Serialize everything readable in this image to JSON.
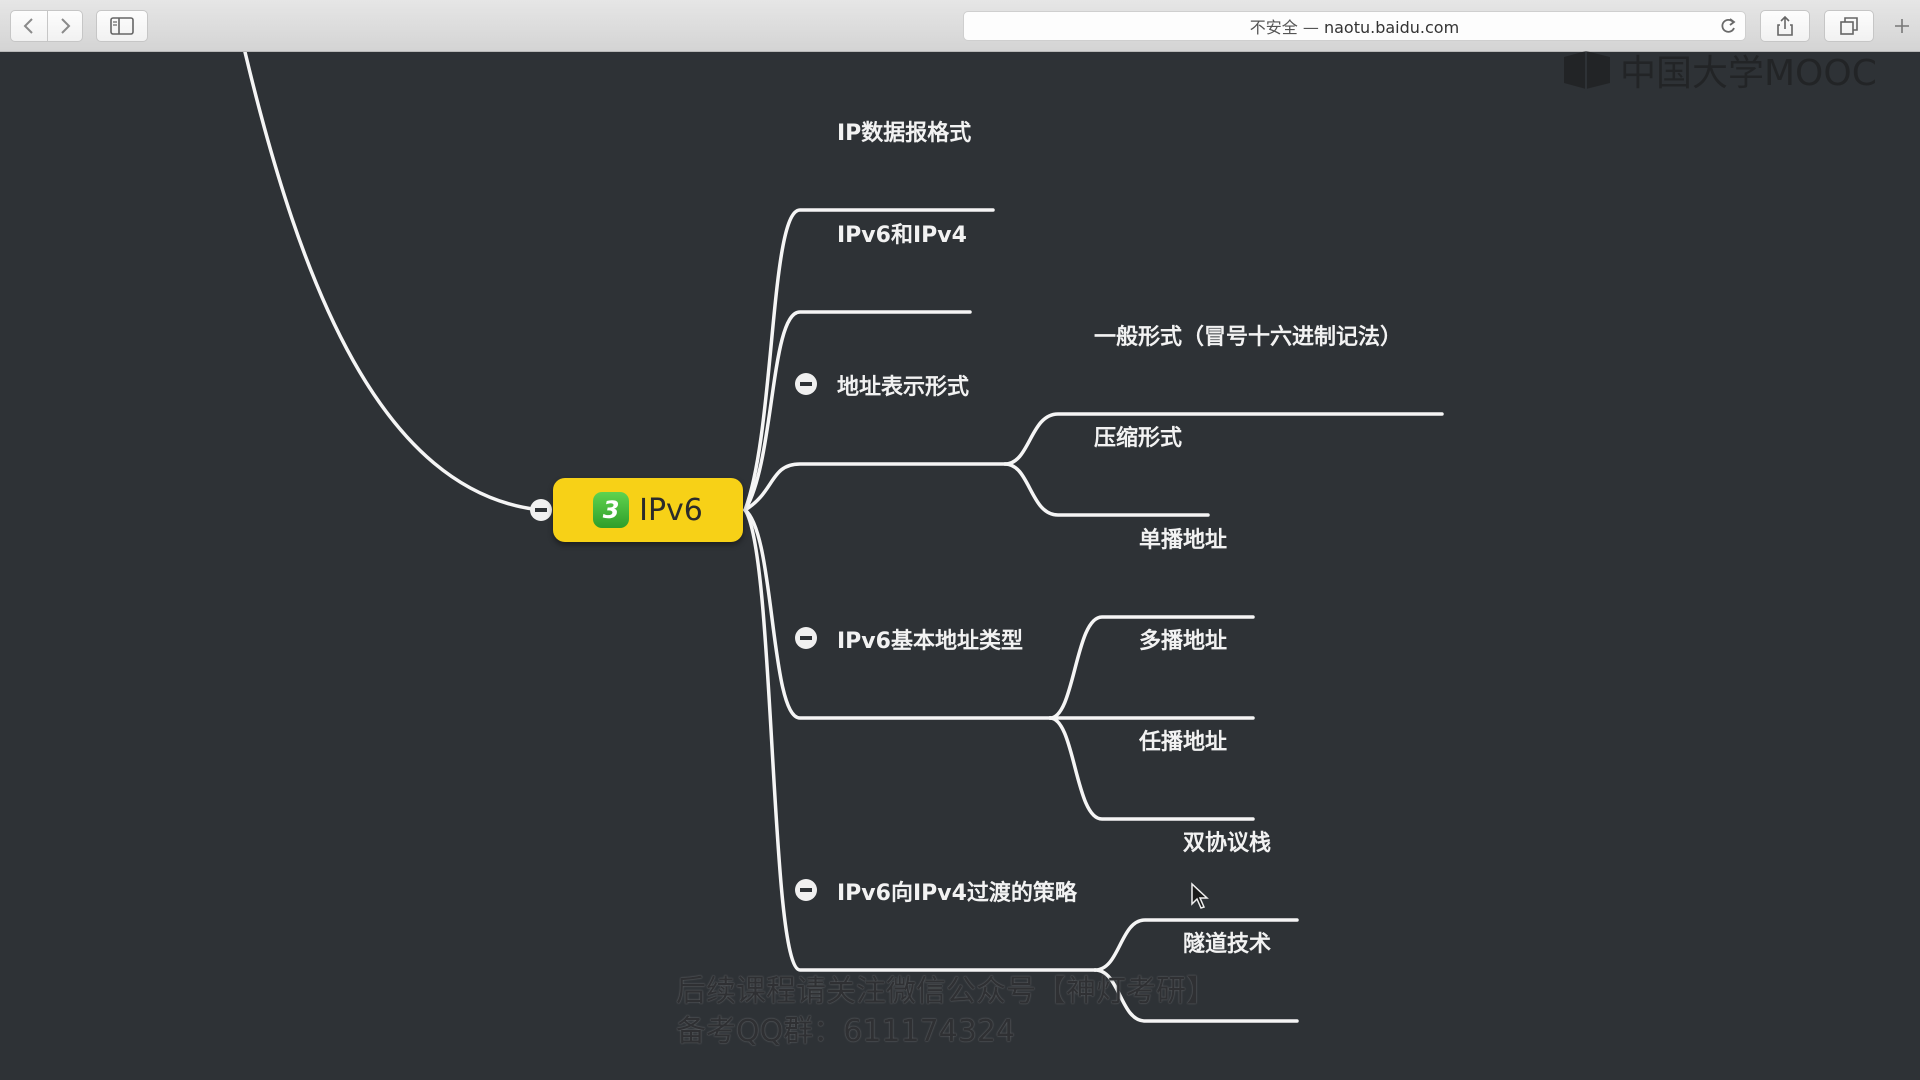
{
  "browser": {
    "address_security": "不安全 —",
    "address_host": "naotu.baidu.com"
  },
  "watermark": {
    "text": "中国大学MOOC"
  },
  "mindmap": {
    "root": {
      "priority": "3",
      "label": "IPv6"
    },
    "branches": [
      {
        "label": "IP数据报格式",
        "children": []
      },
      {
        "label": "IPv6和IPv4",
        "children": []
      },
      {
        "label": "地址表示形式",
        "children": [
          {
            "label": "一般形式（冒号十六进制记法）"
          },
          {
            "label": "压缩形式"
          }
        ]
      },
      {
        "label": "IPv6基本地址类型",
        "children": [
          {
            "label": "单播地址"
          },
          {
            "label": "多播地址"
          },
          {
            "label": "任播地址"
          }
        ]
      },
      {
        "label": "IPv6向IPv4过渡的策略",
        "children": [
          {
            "label": "双协议栈"
          },
          {
            "label": "隧道技术"
          }
        ]
      }
    ]
  },
  "subtitle": {
    "line1": "后续课程请关注微信公众号【神灯考研】",
    "line2": "备考QQ群：611174324"
  },
  "colors": {
    "canvas": "#2e3236",
    "root_node": "#f7d117",
    "priority_badge": "#3cb335",
    "line": "#f5f5f5"
  }
}
